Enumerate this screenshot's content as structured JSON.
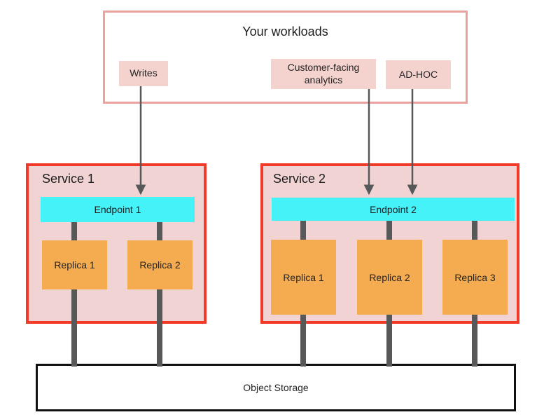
{
  "diagram": {
    "workloads": {
      "title": "Your workloads",
      "items": [
        {
          "label": "Writes"
        },
        {
          "label": "Customer-facing analytics"
        },
        {
          "label": "AD-HOC"
        }
      ]
    },
    "services": [
      {
        "name": "Service 1",
        "endpoint": "Endpoint 1",
        "replicas": [
          "Replica 1",
          "Replica 2"
        ]
      },
      {
        "name": "Service 2",
        "endpoint": "Endpoint 2",
        "replicas": [
          "Replica 1",
          "Replica 2",
          "Replica 3"
        ]
      }
    ],
    "storage": {
      "label": "Object Storage"
    },
    "colors": {
      "workloads_border": "#e9a29e",
      "chip_fill": "#f4d3cf",
      "service_border": "#f23a29",
      "service_fill": "#f2d3d3",
      "endpoint_fill": "#45f2f8",
      "replica_fill": "#f5ac50",
      "connector_gray": "#57585a",
      "storage_border": "#111111"
    }
  }
}
